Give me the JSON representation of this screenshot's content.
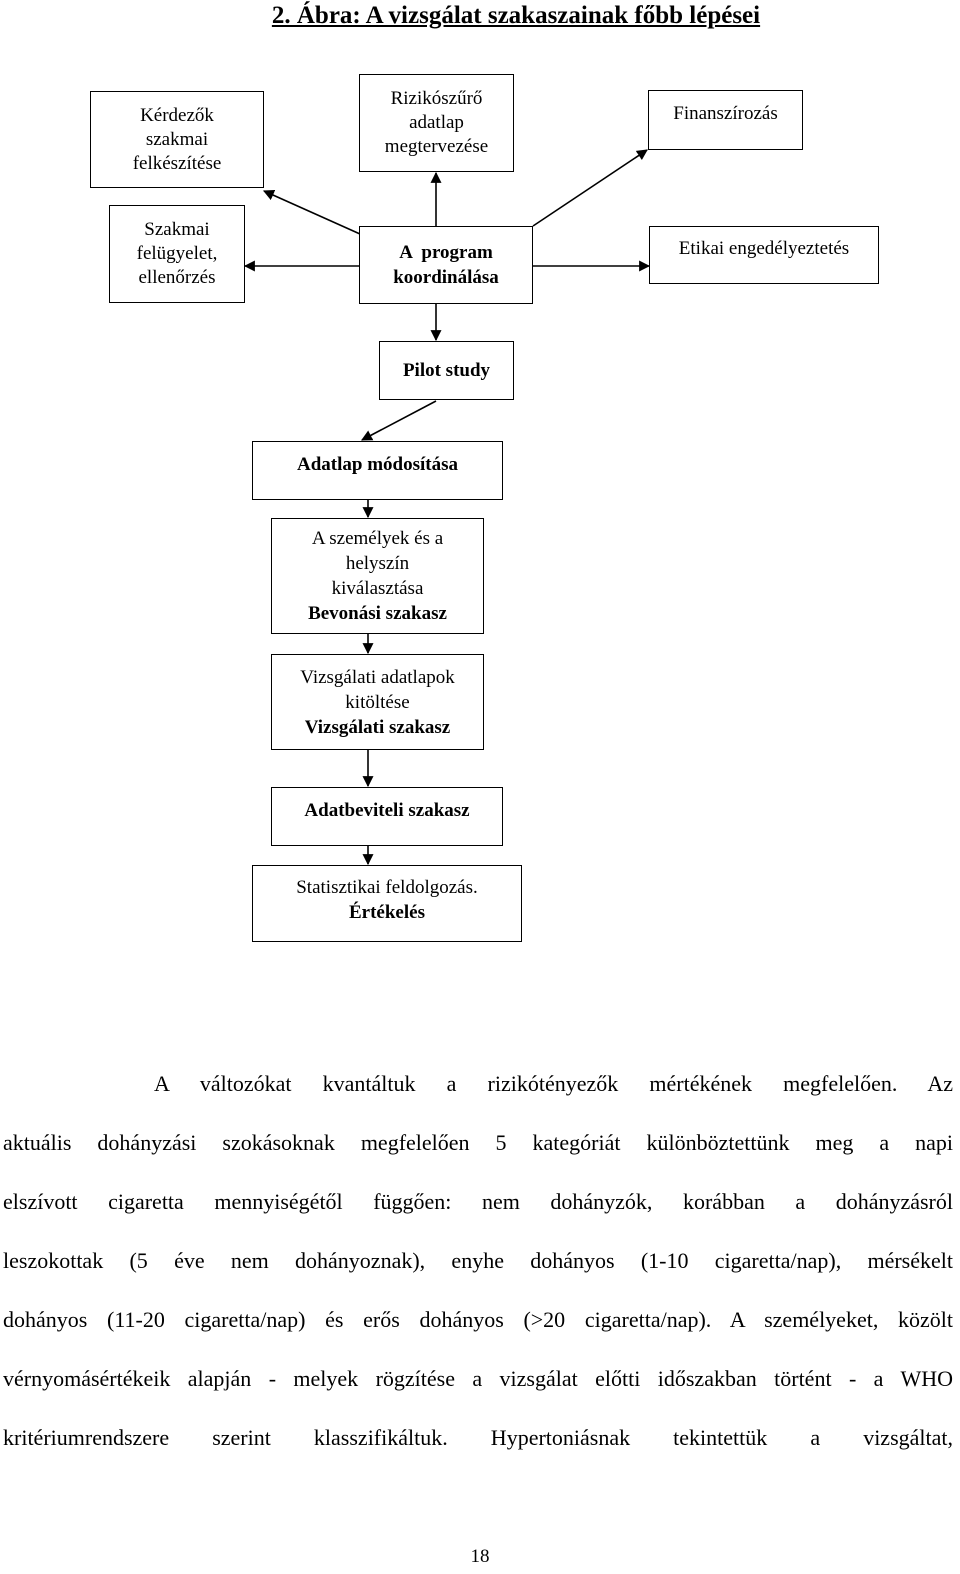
{
  "figure": {
    "title": "2. Ábra: A vizsgálat szakaszainak főbb lépései",
    "boxes": {
      "kerdezok": [
        "Kérdezők",
        "szakmai",
        "felkészítése"
      ],
      "rizikoszuro": [
        "Rizikószűrő",
        "adatlap",
        "megtervezése"
      ],
      "finanszirozas": "Finanszírozás",
      "szakmai_felugyelet": [
        "Szakmai",
        "felügyelet,",
        "ellenőrzés"
      ],
      "program_koordinalasa": [
        "A  program",
        "koordinálása"
      ],
      "etikai": "Etikai engedélyeztetés",
      "pilot": "Pilot study",
      "adatlap_modositasa": "Adatlap módosítása",
      "szemelyek": [
        "A személyek és a",
        "helyszín",
        "kiválasztása"
      ],
      "bevonasi": "Bevonási szakasz",
      "vizsgalati_adatlapok": [
        "Vizsgálati adatlapok",
        "kitöltése"
      ],
      "vizsgalati_szakasz": "Vizsgálati szakasz",
      "adatbeviteli": "Adatbeviteli szakasz",
      "statisztikai": "Statisztikai feldolgozás.",
      "ertekeles": "Értékelés"
    }
  },
  "paragraph_lines": [
    "A változókat kvantáltuk a rizikótényezők mértékének megfelelően. Az",
    "aktuális dohányzási szokásoknak megfelelően 5 kategóriát különböztettünk meg a napi",
    "elszívott cigaretta mennyiségétől függően: nem dohányzók, korábban a dohányzásról",
    "leszokottak (5 éve nem dohányoznak), enyhe dohányos (1-10 cigaretta/nap), mérsékelt",
    "dohányos (11-20 cigaretta/nap) és erős dohányos (>20 cigaretta/nap). A személyeket, közölt",
    "vérnyomásértékeik alapján - melyek rögzítése a vizsgálat előtti időszakban történt - a WHO",
    "kritériumrendszere szerint klasszifikáltuk. Hypertoniásnak tekintettük a vizsgáltat,"
  ],
  "page_number": "18"
}
